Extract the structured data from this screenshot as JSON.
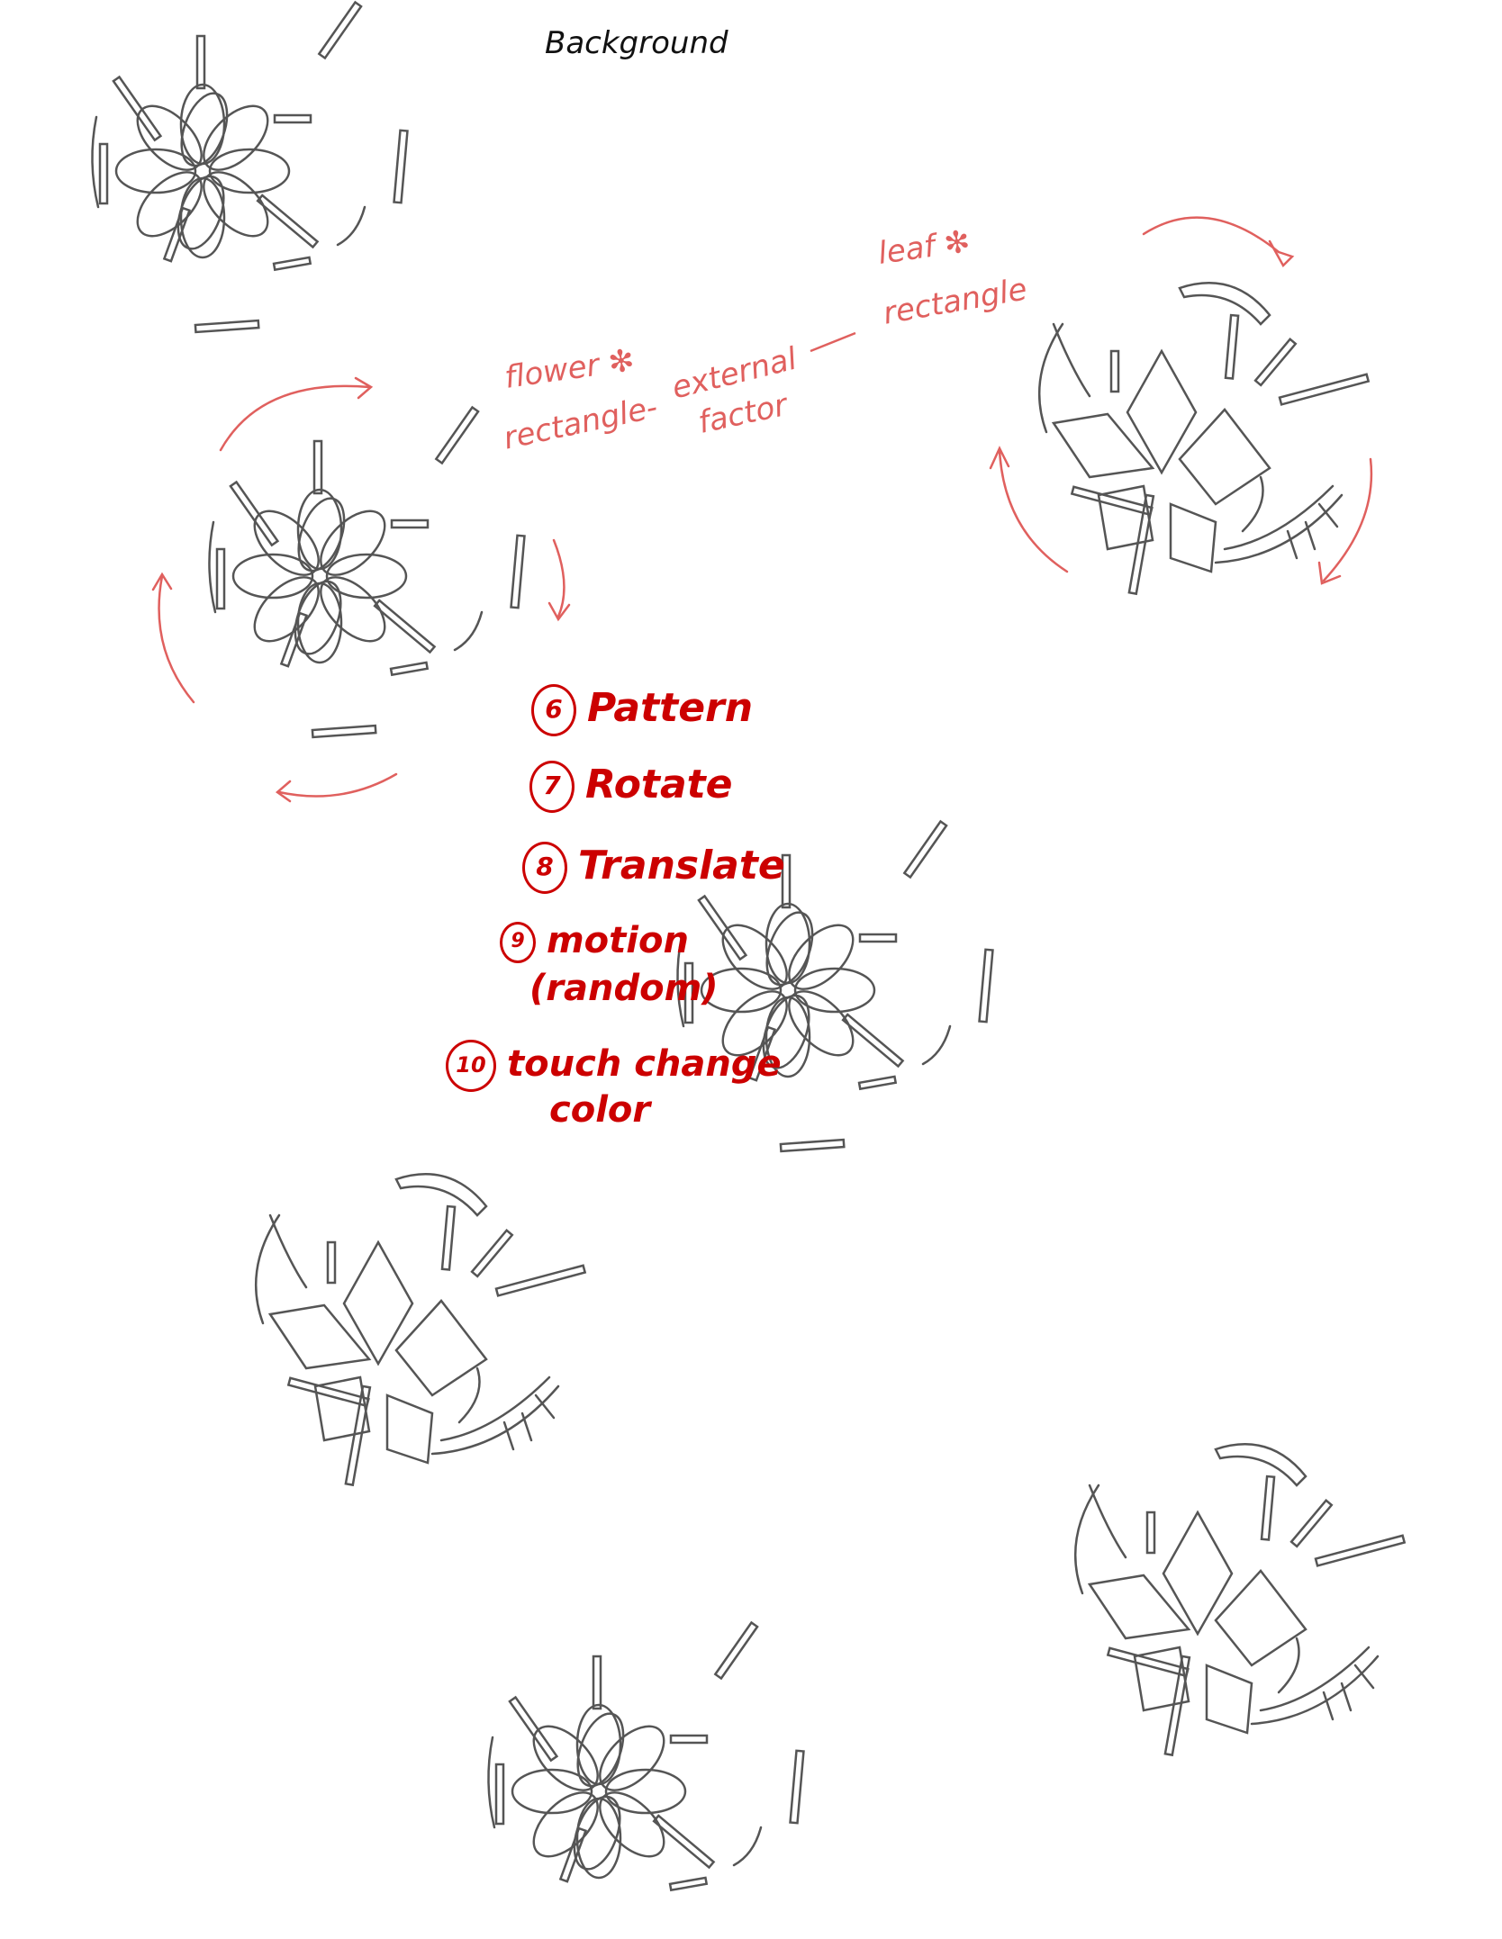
{
  "title": "Background",
  "notes": {
    "flower_line1": "flower ✻",
    "flower_line2": "rectangle-",
    "external_line1": "external",
    "external_line2": "factor",
    "dash": "—",
    "leaf_line1": "leaf ✻",
    "leaf_line2": "rectangle"
  },
  "list": [
    {
      "num": "6",
      "label": "Pattern"
    },
    {
      "num": "7",
      "label": "Rotate"
    },
    {
      "num": "8",
      "label": "Translate"
    },
    {
      "num": "9",
      "label": "motion"
    },
    {
      "num": "",
      "label": "(random)"
    },
    {
      "num": "10",
      "label": "touch change"
    },
    {
      "num": "",
      "label": "color"
    }
  ],
  "colors": {
    "sketch": "#555555",
    "annotation_pink": "#e0605e",
    "annotation_red": "#cc0000"
  }
}
